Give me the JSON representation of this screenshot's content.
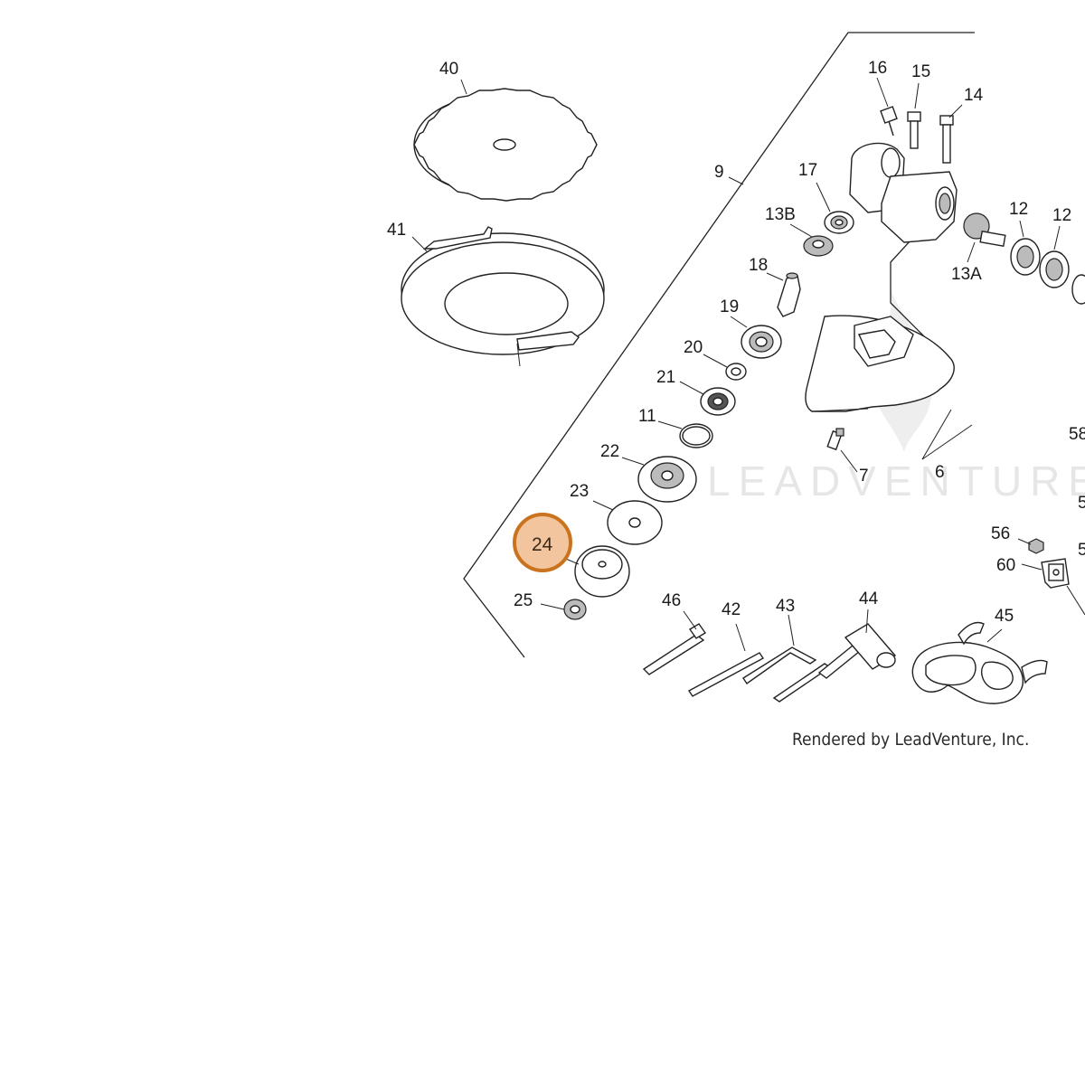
{
  "diagram": {
    "credit": "Rendered by LeadVenture, Inc.",
    "watermark": "LEADVENTURE",
    "highlighted_part": "24",
    "highlight_color": "#f3c59f",
    "highlight_border_color": "#c9731f",
    "labels": {
      "p40": "40",
      "p41": "41",
      "p9": "9",
      "p16": "16",
      "p15": "15",
      "p14": "14",
      "p17": "17",
      "p13B": "13B",
      "p12a": "12",
      "p12b": "12",
      "p13A": "13A",
      "p18": "18",
      "p19": "19",
      "p20": "20",
      "p21": "21",
      "p11": "11",
      "p22": "22",
      "p23": "23",
      "p24": "24",
      "p25": "25",
      "p7": "7",
      "p6": "6",
      "p58": "58",
      "p5a": "5",
      "p56": "56",
      "p60": "60",
      "p5b": "5",
      "p46": "46",
      "p42": "42",
      "p43": "43",
      "p44": "44",
      "p45": "45"
    }
  }
}
